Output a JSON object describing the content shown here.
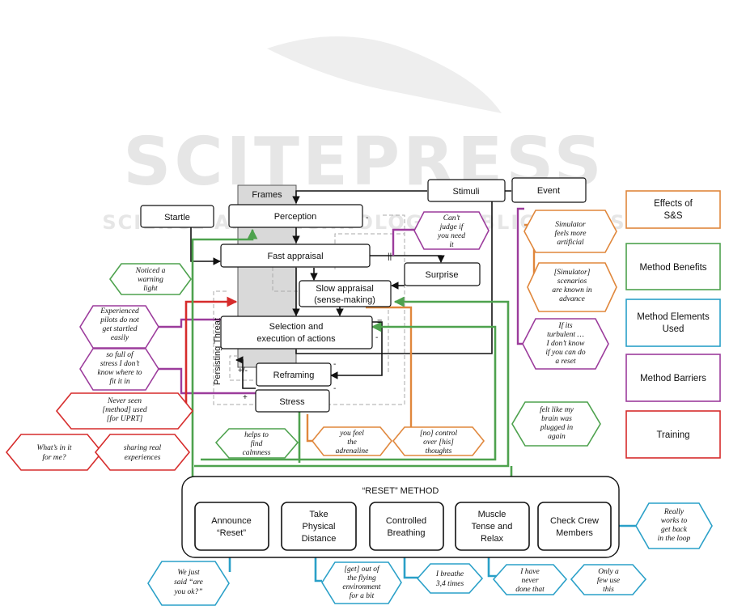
{
  "watermark": {
    "title": "SCITEPRESS",
    "subtitle": "SCIENCE AND TECHNOLOGY PUBLICATIONS"
  },
  "nodes": {
    "frames": "Frames",
    "perception": "Perception",
    "startle": "Startle",
    "stimuli": "Stimuli",
    "event": "Event",
    "fast_appraisal": "Fast appraisal",
    "surprise": "Surprise",
    "slow_appraisal": [
      "Slow appraisal",
      "(sense-making)"
    ],
    "selection": [
      "Selection and",
      "execution of actions"
    ],
    "reframing": "Reframing",
    "stress": "Stress",
    "persisting_threat": "Persisting Threat"
  },
  "signs": {
    "minus": "-",
    "plus_minus": "+/-",
    "plus": "+",
    "equals": "=",
    "pause": "||"
  },
  "method": {
    "title": "“RESET” METHOD",
    "steps": [
      [
        "Announce",
        "“Reset”"
      ],
      [
        "Take",
        "Physical",
        "Distance"
      ],
      [
        "Controlled",
        "Breathing"
      ],
      [
        "Muscle",
        "Tense and",
        "Relax"
      ],
      [
        "Check Crew",
        "Members"
      ]
    ]
  },
  "legend": [
    {
      "label": [
        "Effects of",
        "S&S"
      ],
      "color": "#e0873c"
    },
    {
      "label": [
        "Method Benefits"
      ],
      "color": "#4ea24e"
    },
    {
      "label": [
        "Method Elements",
        "Used"
      ],
      "color": "#2aa0c8"
    },
    {
      "label": [
        "Method Barriers"
      ],
      "color": "#9c3c9c"
    },
    {
      "label": [
        "Training"
      ],
      "color": "#d62b2b"
    }
  ],
  "quotes": {
    "cant_judge": [
      "Can’t",
      "judge if",
      "you need",
      "it"
    ],
    "simulator_artificial": [
      "Simulator",
      "feels more",
      "artificial"
    ],
    "scenarios_known": [
      "[Simulator]",
      "scenarios",
      "are known in",
      "advance"
    ],
    "if_turbulent": [
      "If its",
      "turbulent …",
      "I don’t know",
      "if you can do",
      "a reset"
    ],
    "noticed_warning": [
      "Noticed a",
      "warning",
      "light"
    ],
    "experienced_pilots": [
      "Experienced",
      "pilots do not",
      "get startled",
      "easily"
    ],
    "so_full_stress": [
      "so full of",
      "stress I don’t",
      "know where to",
      "fit it in"
    ],
    "never_seen": [
      "Never seen",
      "[method] used",
      "[for UPRT]"
    ],
    "whats_in_it": [
      "What’s in it",
      "for me?"
    ],
    "sharing_real": [
      "sharing real",
      "experiences"
    ],
    "helps_calmness": [
      "helps to",
      "find",
      "calmness"
    ],
    "feel_adrenaline": [
      "you feel",
      "the",
      "adrenaline"
    ],
    "no_control": [
      "[no] control",
      "over [his]",
      "thoughts"
    ],
    "brain_plugged": [
      "felt like my",
      "brain was",
      "plugged in",
      "again"
    ],
    "really_works": [
      "Really",
      "works to",
      "get back",
      "in the loop"
    ],
    "are_you_ok": [
      "We just",
      "said “are",
      "you ok?”"
    ],
    "get_out": [
      "[get] out of",
      "the flying",
      "environment",
      "for a bit"
    ],
    "breathe": [
      "I breathe",
      "3,4 times"
    ],
    "never_done": [
      "I have",
      "never",
      "done that"
    ],
    "only_few": [
      "Only a",
      "few use",
      "this"
    ]
  },
  "colors": {
    "effects": "#e0873c",
    "benefits": "#4ea24e",
    "elements": "#2aa0c8",
    "barriers": "#9c3c9c",
    "training": "#d62b2b",
    "frames_fill": "#d9d9d9"
  }
}
